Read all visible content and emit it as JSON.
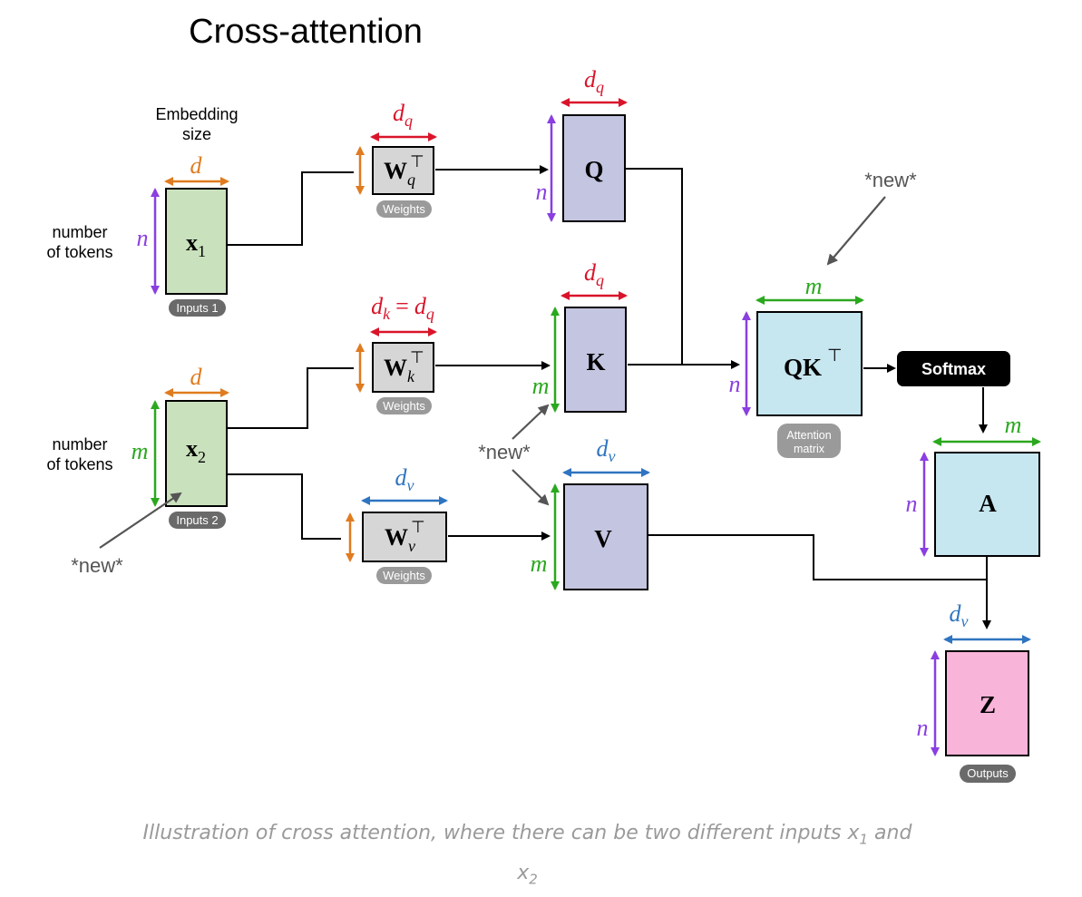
{
  "title": "Cross-attention",
  "labels": {
    "embedding_size": [
      "Embedding",
      "size"
    ],
    "number_of_tokens": [
      "number",
      "of tokens"
    ],
    "new": "*new*",
    "softmax": "Softmax",
    "attention_matrix": [
      "Attention",
      "matrix"
    ]
  },
  "badges": {
    "inputs1": "Inputs 1",
    "inputs2": "Inputs 2",
    "weights": "Weights",
    "outputs": "Outputs"
  },
  "matrices": {
    "x1": {
      "base": "x",
      "sub": "1"
    },
    "x2": {
      "base": "x",
      "sub": "2"
    },
    "wq": {
      "base": "W",
      "sub": "q",
      "sup": "⊤"
    },
    "wk": {
      "base": "W",
      "sub": "k",
      "sup": "⊤"
    },
    "wv": {
      "base": "W",
      "sub": "v",
      "sup": "⊤"
    },
    "q": "Q",
    "k": "K",
    "v": "V",
    "qk": {
      "base": "QK",
      "sup": "⊤"
    },
    "a": "A",
    "z": "Z"
  },
  "dims": {
    "d": "d",
    "n": "n",
    "m": "m",
    "dq": {
      "base": "d",
      "sub": "q"
    },
    "dk_eq_dq": {
      "base": "d",
      "sub": "k",
      "eq": "=",
      "base2": "d",
      "sub2": "q"
    },
    "dv": {
      "base": "d",
      "sub": "v"
    }
  },
  "caption": {
    "text": "Illustration of cross attention, where there can be two different inputs ",
    "x1": {
      "base": "x",
      "sub": "1"
    },
    "and": " and ",
    "x2": {
      "base": "x",
      "sub": "2"
    }
  },
  "colors": {
    "orange": "#e07b1f",
    "purple": "#8a3fe0",
    "green": "#2aa81e",
    "red": "#d9142a",
    "blue": "#2f74c0",
    "input_fill": "#c9e1bd",
    "weight_fill": "#d6d6d6",
    "qkv_fill": "#c4c5e0",
    "attn_fill": "#c6e6f0",
    "output_fill": "#f9b4d9"
  }
}
